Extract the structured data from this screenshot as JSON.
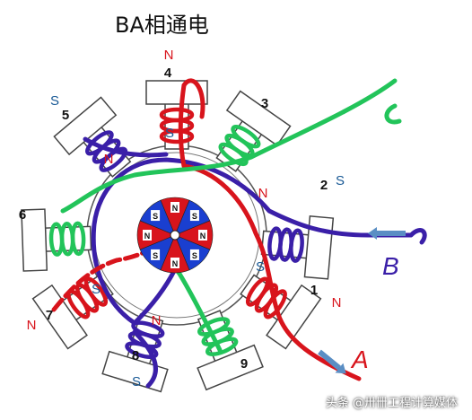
{
  "title": "BA相通电",
  "poles": [
    {
      "number": "1",
      "pole_label": "N",
      "pole_label_color": "#d8141c",
      "s_label": "S"
    },
    {
      "number": "2",
      "pole_label": "N",
      "pole_label_color": "#d8141c",
      "s_label": "S"
    },
    {
      "number": "3"
    },
    {
      "number": "4",
      "pole_label": "N",
      "pole_label_color": "#d8141c",
      "s_label": "S"
    },
    {
      "number": "5",
      "pole_label": "N",
      "pole_label_color": "#d8141c",
      "s_label": "S"
    },
    {
      "number": "6"
    },
    {
      "number": "7",
      "pole_label": "N",
      "pole_label_color": "#d8141c",
      "s_label": "S"
    },
    {
      "number": "8",
      "pole_label": "N",
      "pole_label_color": "#d8141c",
      "s_label": "S"
    },
    {
      "number": "9"
    }
  ],
  "rotor": {
    "labels": [
      "N",
      "S",
      "N",
      "S",
      "N",
      "S",
      "N",
      "S"
    ],
    "colors": {
      "north": "#d8141c",
      "south": "#1a3fd0"
    }
  },
  "phases": {
    "A": {
      "label": "A",
      "color": "#d8141c"
    },
    "B": {
      "label": "B",
      "color": "#3a1fa8"
    },
    "C": {
      "color": "#22c45a"
    }
  },
  "label_colors": {
    "s_label": "#1a5a96",
    "pole_number": "#111111"
  },
  "watermark": "头条 @卅卌工程计算媒体"
}
